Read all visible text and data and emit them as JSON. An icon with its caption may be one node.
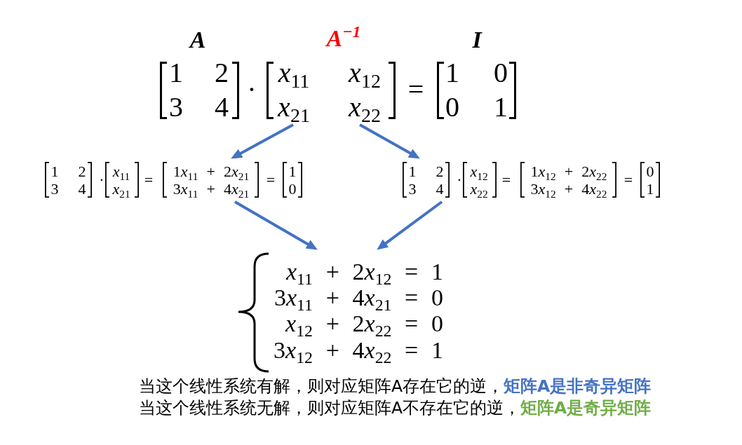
{
  "diagram": {
    "nodes": [
      {
        "text": [
          "A",
          "A$^{−1}$",
          "I",
          "1",
          "2",
          "3",
          "4",
          "·",
          "x$_{11}$",
          "x$_{12}$",
          "x$_{21}$",
          "x$_{22}$",
          "=",
          "1",
          "0",
          "0",
          "1"
        ]
      },
      {
        "text": [
          "1",
          "2",
          "3",
          "4",
          "·",
          "x$_{11}$",
          "x$_{21}$",
          "=",
          "1x$_{11}$ + 2x$_{21}$",
          "3x$_{11}$ + 4x$_{21}$",
          "=",
          "1",
          "0"
        ]
      },
      {
        "text": [
          "1",
          "2",
          "3",
          "4",
          "·",
          "x$_{12}$",
          "x$_{22}$",
          "=",
          "1x$_{12}$ + 2x$_{22}$",
          "3x$_{12}$ + 4x$_{22}$",
          "=",
          "0",
          "1"
        ]
      },
      {
        "text": [
          "x$_{11}$ + 2x$_{12}$ = 1",
          "3x$_{11}$ + 4x$_{21}$ = 0",
          "x$_{12}$ + 2x$_{22}$ = 0",
          "3x$_{12}$ + 4x$_{22}$ = 1"
        ]
      }
    ],
    "edges": [
      {
        "from": 0,
        "to": 1,
        "arrow": "to"
      },
      {
        "from": 0,
        "to": 2,
        "arrow": "to"
      },
      {
        "from": 1,
        "to": 3,
        "arrow": "to"
      },
      {
        "from": 2,
        "to": 3,
        "arrow": "to"
      }
    ],
    "labels": [
      "当这个线性系统有解，则对应矩阵A存在它的逆，**矩阵A是非奇异矩阵**",
      "当这个线性系统无解，则对应矩阵A不存在它的逆，**矩阵A是奇异矩阵**"
    ]
  }
}
